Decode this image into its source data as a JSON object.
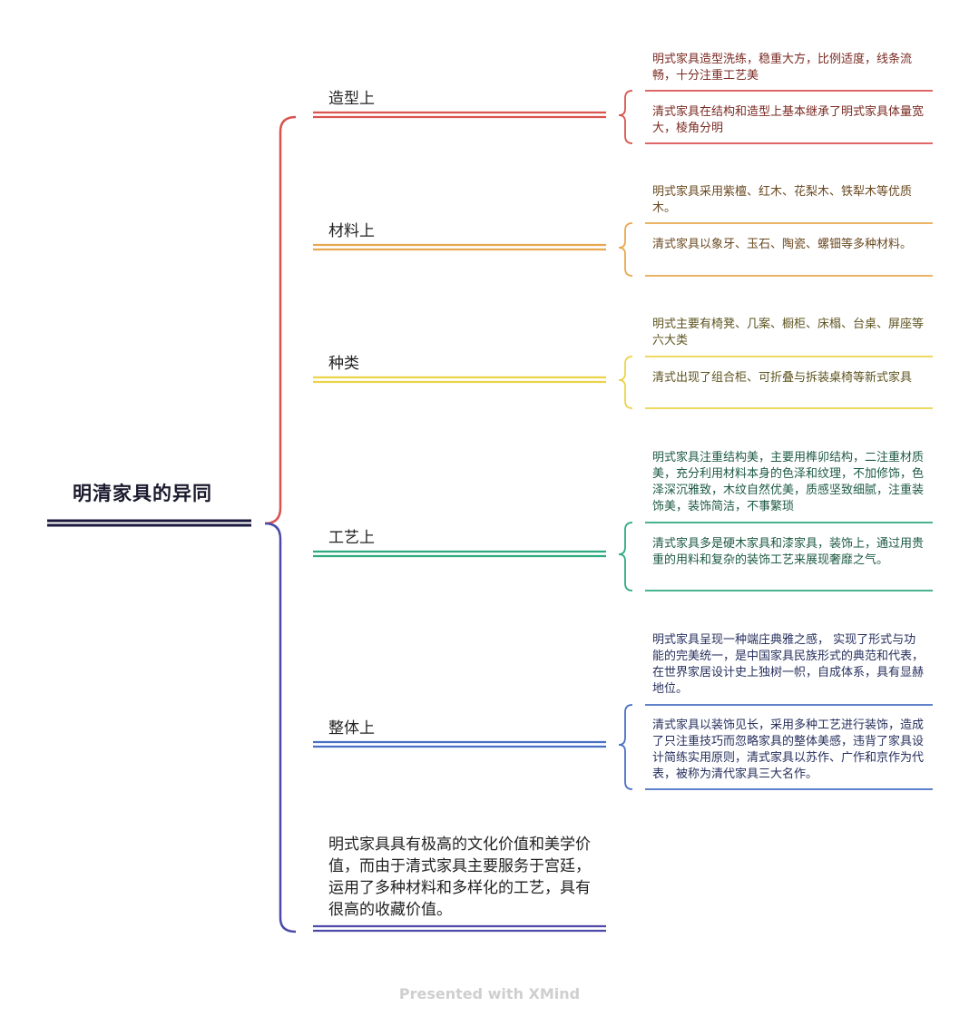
{
  "root": {
    "title": "明清家具的异同",
    "color": "#1a1a3e"
  },
  "branches": [
    {
      "label": "造型上",
      "color": "#d9534f",
      "text_color": "#7a2a22",
      "ming": "明式家具造型洗练，稳重大方，比例适度，线条流畅，十分注重工艺美",
      "qing": "清式家具在结构和造型上基本继承了明式家具体量宽大，棱角分明"
    },
    {
      "label": "材料上",
      "color": "#e8a850",
      "text_color": "#6b4a22",
      "ming": "明式家具采用紫檀、红木、花梨木、铁犁木等优质木。",
      "qing": "清式家具以象牙、玉石、陶瓷、螺钿等多种材料。"
    },
    {
      "label": "种类",
      "color": "#ecd44a",
      "text_color": "#5e5420",
      "ming": "明式主要有椅凳、几案、橱柜、床榻、台桌、屏座等六大类",
      "qing": "清式出现了组合柜、可折叠与拆装桌椅等新式家具"
    },
    {
      "label": "工艺上",
      "color": "#2eaa7e",
      "text_color": "#1d5a43",
      "ming": "明式家具注重结构美，主要用榫卯结构，二注重材质美，充分利用材料本身的色泽和纹理，不加修饰，色泽深沉雅致，木纹自然优美，质感坚致细腻，注重装饰美，装饰简洁，不事繁琐",
      "qing": "清式家具多是硬木家具和漆家具，装饰上，通过用贵重的用料和复杂的装饰工艺来展现奢靡之气。"
    },
    {
      "label": "整体上",
      "color": "#4a6fc4",
      "text_color": "#27305e",
      "ming": "明式家具呈现一种端庄典雅之感， 实现了形式与功能的完美统一，是中国家具民族形式的典范和代表，在世界家居设计史上独树一帜，自成体系，具有显赫地位。",
      "qing": "清式家具以装饰见长，采用多种工艺进行装饰，造成了只注重技巧而忽略家具的整体美感，违背了家具设计简练实用原则，清式家具以苏作、广作和京作为代表，被称为清代家具三大名作。"
    }
  ],
  "summary": {
    "text": "明式家具具有极高的文化价值和美学价值，而由于清式家具主要服务于宫廷，运用了多种材料和多样化的工艺，具有很高的收藏价值。",
    "color": "#4f4aa8"
  },
  "footer": {
    "text": "Presented with XMind"
  },
  "colors": {
    "bracket_top": "#d9534f",
    "bracket_bottom": "#4b4aa8"
  }
}
